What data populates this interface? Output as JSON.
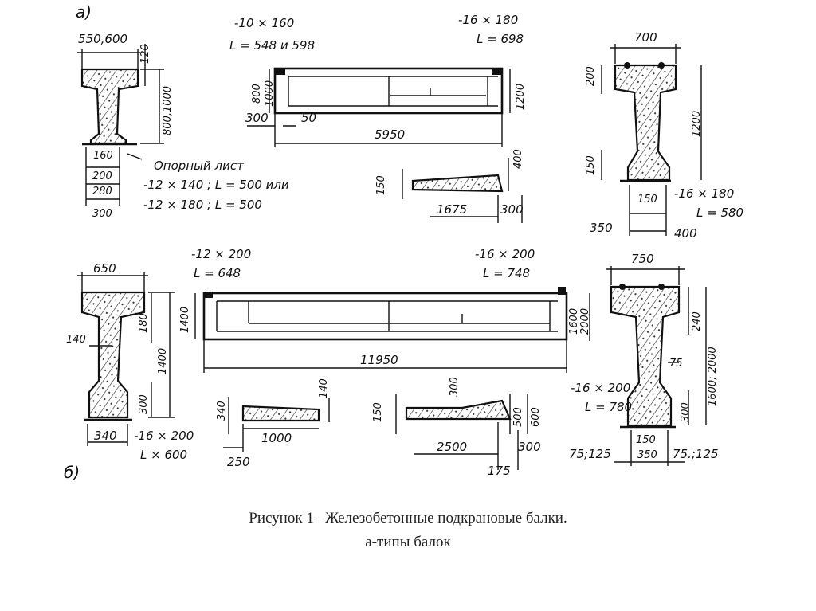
{
  "labels": {
    "a": "а)",
    "b": "б)",
    "a_flange": "550,600",
    "a_120": "120",
    "a_h": "800,1000",
    "a_160": "160",
    "a_200": "200",
    "a_280": "280",
    "a_300": "300",
    "a_sheet1": "-10 × 160",
    "a_sheet1b": "L = 548 и 598",
    "a_sheet2": "-16 × 180",
    "a_sheet2b": "L = 698",
    "a_800": "800",
    "a_1000": "1000",
    "a_1200": "1200",
    "a_300b": "300",
    "a_50": "50",
    "a_5950": "5950",
    "a_support_title": "Опорный лист",
    "a_support_1": "-12 × 140 ; L = 500 или",
    "a_support_2": "-12 × 180 ; L = 500",
    "a_150": "150",
    "a_400": "400",
    "a_1675": "1675",
    "a_300c": "300",
    "a_700": "700",
    "a_200b": "200",
    "a_1200b": "1200",
    "a_150b": "150",
    "a_150c": "150",
    "a_350": "350",
    "a_400b": "400",
    "a_sheet3": "-16 × 180",
    "a_sheet3b": "L = 580",
    "b_650": "650",
    "b_140": "140",
    "b_180": "180",
    "b_1400": "1400",
    "b_300": "300",
    "b_340": "340",
    "b_sheet0": "-16 × 200",
    "b_sheet0b": "L × 600",
    "b_sheet1": "-12 × 200",
    "b_sheet1b": "L = 648",
    "b_sheet2": "-16 × 200",
    "b_sheet2b": "L = 748",
    "b_1400b": "1400",
    "b_1600": "1600",
    "b_2000": "2000",
    "b_11950": "11950",
    "b_340b": "340",
    "b_140b": "140",
    "b_1000": "1000",
    "b_250": "250",
    "b_150": "150",
    "b_300b": "300",
    "b_500": "500",
    "b_600": "600",
    "b_2500": "2500",
    "b_300c": "300",
    "b_175": "175",
    "b_750": "750",
    "b_240": "240",
    "b_1600b": "1600; 2000",
    "b_75": "75",
    "b_sheet3": "-16 × 200",
    "b_sheet3b": "L = 780",
    "b_300d": "300",
    "b_150b": "150",
    "b_350": "350",
    "b_75a": "75;125",
    "b_75b": "75.;125"
  },
  "caption": {
    "line1": "Рисунок 1– Железобетонные подкрановые балки.",
    "line2": "а-типы балок"
  }
}
